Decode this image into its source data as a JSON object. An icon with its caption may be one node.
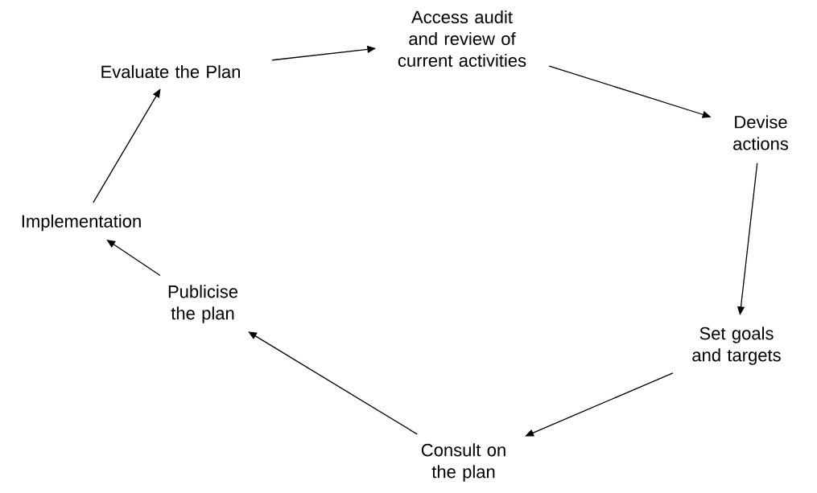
{
  "diagram": {
    "nodes": [
      {
        "text": [
          "Access audit and review of current activities"
        ]
      },
      {
        "text": [
          "Devise actions"
        ]
      },
      {
        "text": [
          "Set goals and targets"
        ]
      },
      {
        "text": [
          "Consult on the plan"
        ]
      },
      {
        "text": [
          "Publicise the plan"
        ]
      },
      {
        "text": [
          "Implementation"
        ]
      },
      {
        "text": [
          "Evaluate the Plan"
        ]
      }
    ],
    "edges": [
      {
        "from": 0,
        "to": 1,
        "arrow": "to"
      },
      {
        "from": 1,
        "to": 2,
        "arrow": "to"
      },
      {
        "from": 2,
        "to": 3,
        "arrow": "to"
      },
      {
        "from": 3,
        "to": 4,
        "arrow": "to"
      },
      {
        "from": 4,
        "to": 5,
        "arrow": "to"
      },
      {
        "from": 5,
        "to": 6,
        "arrow": "to"
      },
      {
        "from": 6,
        "to": 0,
        "arrow": "to"
      }
    ]
  }
}
